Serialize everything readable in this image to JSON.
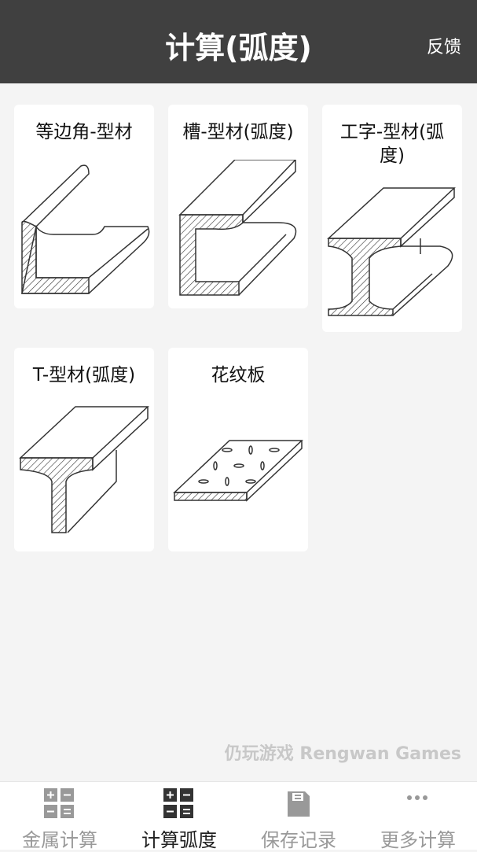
{
  "header": {
    "title": "计算(弧度)",
    "feedback": "反馈"
  },
  "cards": [
    {
      "label": "等边角-型材"
    },
    {
      "label": "槽-型材(弧度)"
    },
    {
      "label": "工字-型材(弧度)"
    },
    {
      "label": "T-型材(弧度)"
    },
    {
      "label": "花纹板"
    }
  ],
  "tabs": [
    {
      "label": "金属计算",
      "icon": "calculator-icon"
    },
    {
      "label": "计算弧度",
      "icon": "calculator-icon",
      "active": true
    },
    {
      "label": "保存记录",
      "icon": "save-icon"
    },
    {
      "label": "更多计算",
      "icon": "more-icon"
    }
  ],
  "watermark": "仍玩游戏 Rengwan Games"
}
